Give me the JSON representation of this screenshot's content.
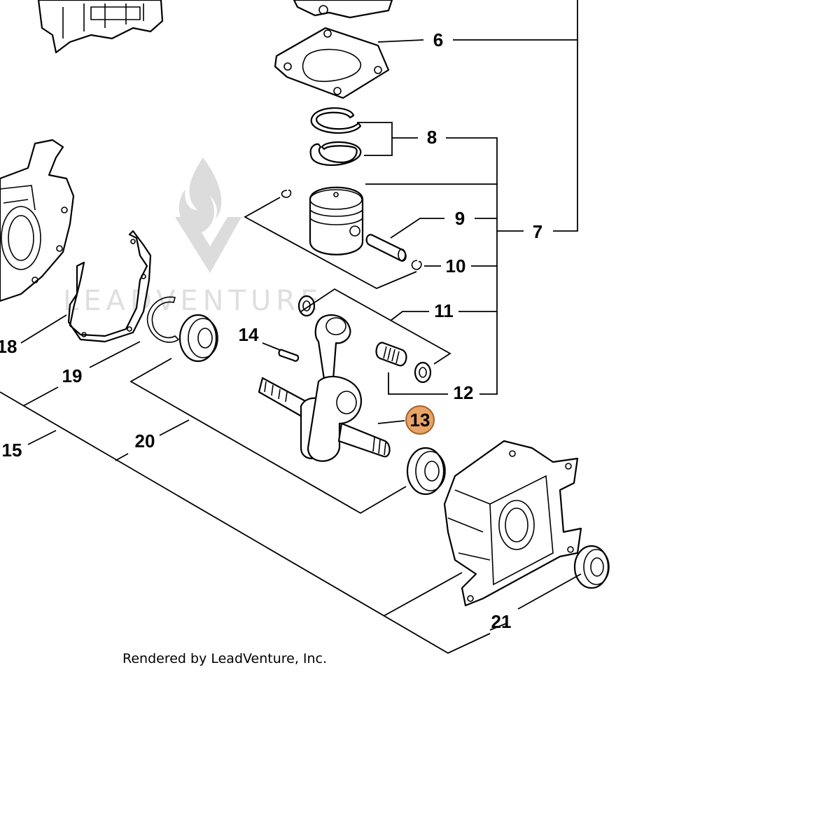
{
  "diagram": {
    "callouts": [
      "6",
      "7",
      "8",
      "9",
      "10",
      "11",
      "12",
      "13",
      "14",
      "15",
      "18",
      "19",
      "20",
      "21"
    ],
    "highlighted_callout": "13",
    "highlight_color": "#e8a466",
    "highlight_stroke": "#a5622a",
    "footer": "Rendered by LeadVenture, Inc.",
    "watermark": {
      "text": "LEADVENTURE",
      "icon": "flame-v-logo-icon"
    }
  }
}
